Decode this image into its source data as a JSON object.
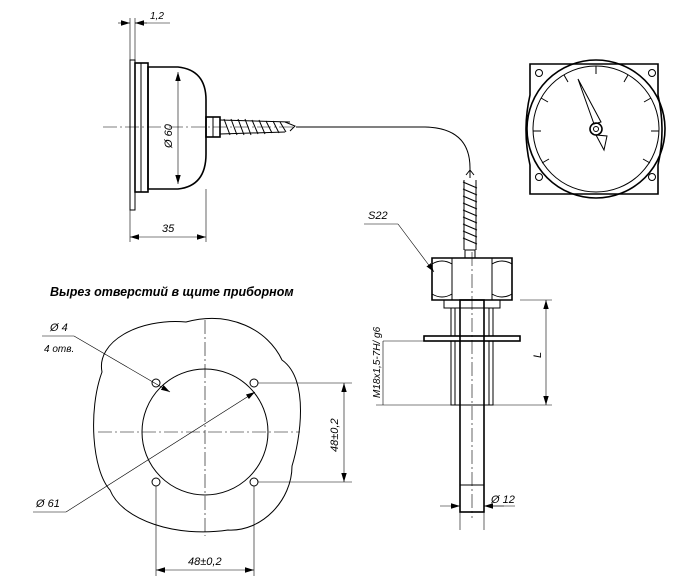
{
  "labels": {
    "flange_thickness": "1,2",
    "body_diameter": "Ø 60",
    "body_depth": "35",
    "wrench_size": "S22",
    "section_title": "Вырез отверстий в щите приборном",
    "hole_diameter": "Ø 4",
    "hole_count": "4 отв.",
    "cutout_diameter": "Ø 61",
    "hole_spacing_vertical": "48±0,2",
    "hole_spacing_horizontal": "48±0,2",
    "immersion_length": "L",
    "thread_spec": "M18x1,5-7H/ g6",
    "probe_diameter": "Ø 12"
  }
}
